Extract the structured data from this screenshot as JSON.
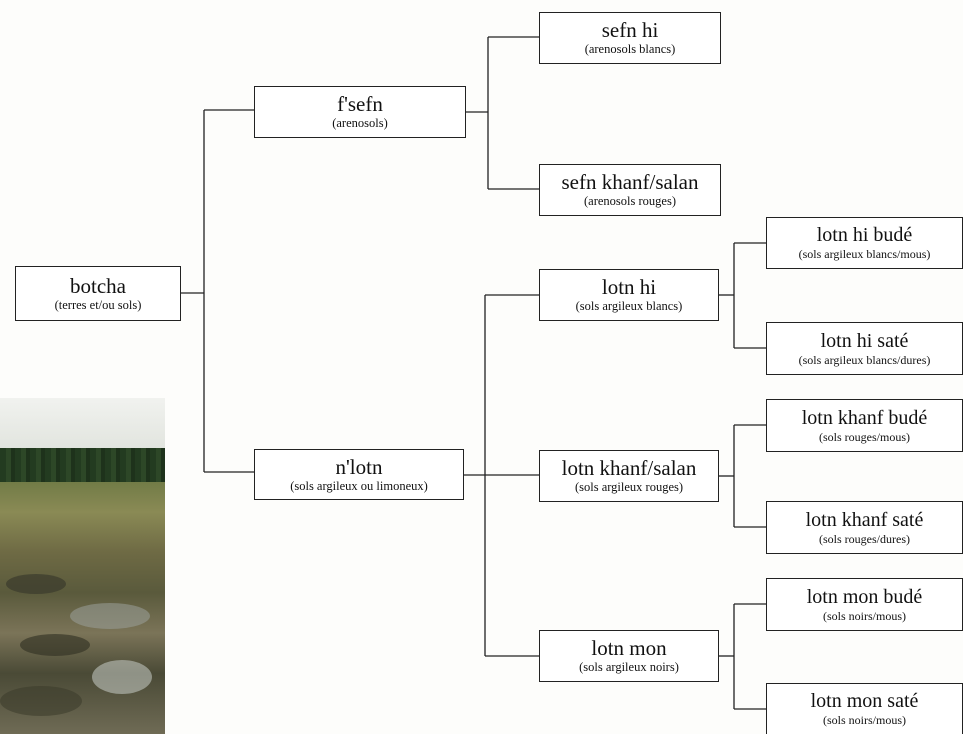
{
  "nodes": {
    "botcha": {
      "term": "botcha",
      "gloss": "(terres et/ou sols)"
    },
    "fsefn": {
      "term": "f'sefn",
      "gloss": "(arenosols)"
    },
    "nlotn": {
      "term": "n'lotn",
      "gloss": "(sols argileux ou limoneux)"
    },
    "sefn_hi": {
      "term": "sefn hi",
      "gloss": "(arenosols blancs)"
    },
    "sefn_khanf": {
      "term": "sefn khanf/salan",
      "gloss": "(arenosols rouges)"
    },
    "lotn_hi": {
      "term": "lotn hi",
      "gloss": "(sols argileux blancs)"
    },
    "lotn_khanf": {
      "term": "lotn khanf/salan",
      "gloss": "(sols argileux rouges)"
    },
    "lotn_mon": {
      "term": "lotn mon",
      "gloss": "(sols argileux noirs)"
    },
    "lotn_hi_bude": {
      "term": "lotn hi budé",
      "gloss": "(sols argileux blancs/mous)"
    },
    "lotn_hi_sate": {
      "term": "lotn hi saté",
      "gloss": "(sols argileux blancs/dures)"
    },
    "lotn_khanf_bude": {
      "term": "lotn khanf budé",
      "gloss": "(sols rouges/mous)"
    },
    "lotn_khanf_sate": {
      "term": "lotn khanf saté",
      "gloss": "(sols rouges/dures)"
    },
    "lotn_mon_bude": {
      "term": "lotn mon budé",
      "gloss": "(sols noirs/mous)"
    },
    "lotn_mon_sate": {
      "term": "lotn mon saté",
      "gloss": "(sols noirs/mous)"
    }
  },
  "colors": {
    "line": "#222222",
    "box_border": "#222222",
    "background": "#fdfdfb"
  }
}
